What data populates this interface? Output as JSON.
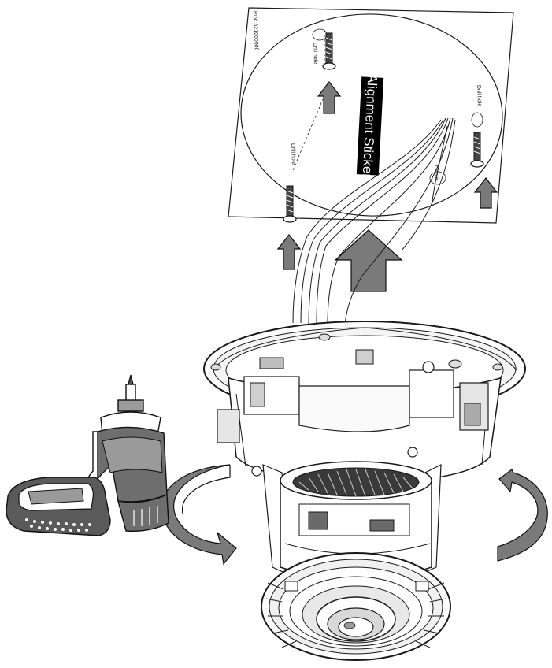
{
  "sticker": {
    "part_number": "P/N: 821000900",
    "title": "Alignment Sticker",
    "drill_hole_top": "Drill hole",
    "drill_hole_right": "Drill hole",
    "drill_hole_left": "Drill hole",
    "cable_label": "Cable"
  },
  "colors": {
    "arrow_fill": "#7a7a7a",
    "label_bg": "#000000",
    "line": "#1a1a1a"
  },
  "icons": {
    "screw": "screw-icon",
    "arrow_up": "arrow-up-icon",
    "rotate_left": "rotate-left-icon",
    "rotate_right": "rotate-right-icon",
    "drill": "screwdriver-drill-icon"
  }
}
